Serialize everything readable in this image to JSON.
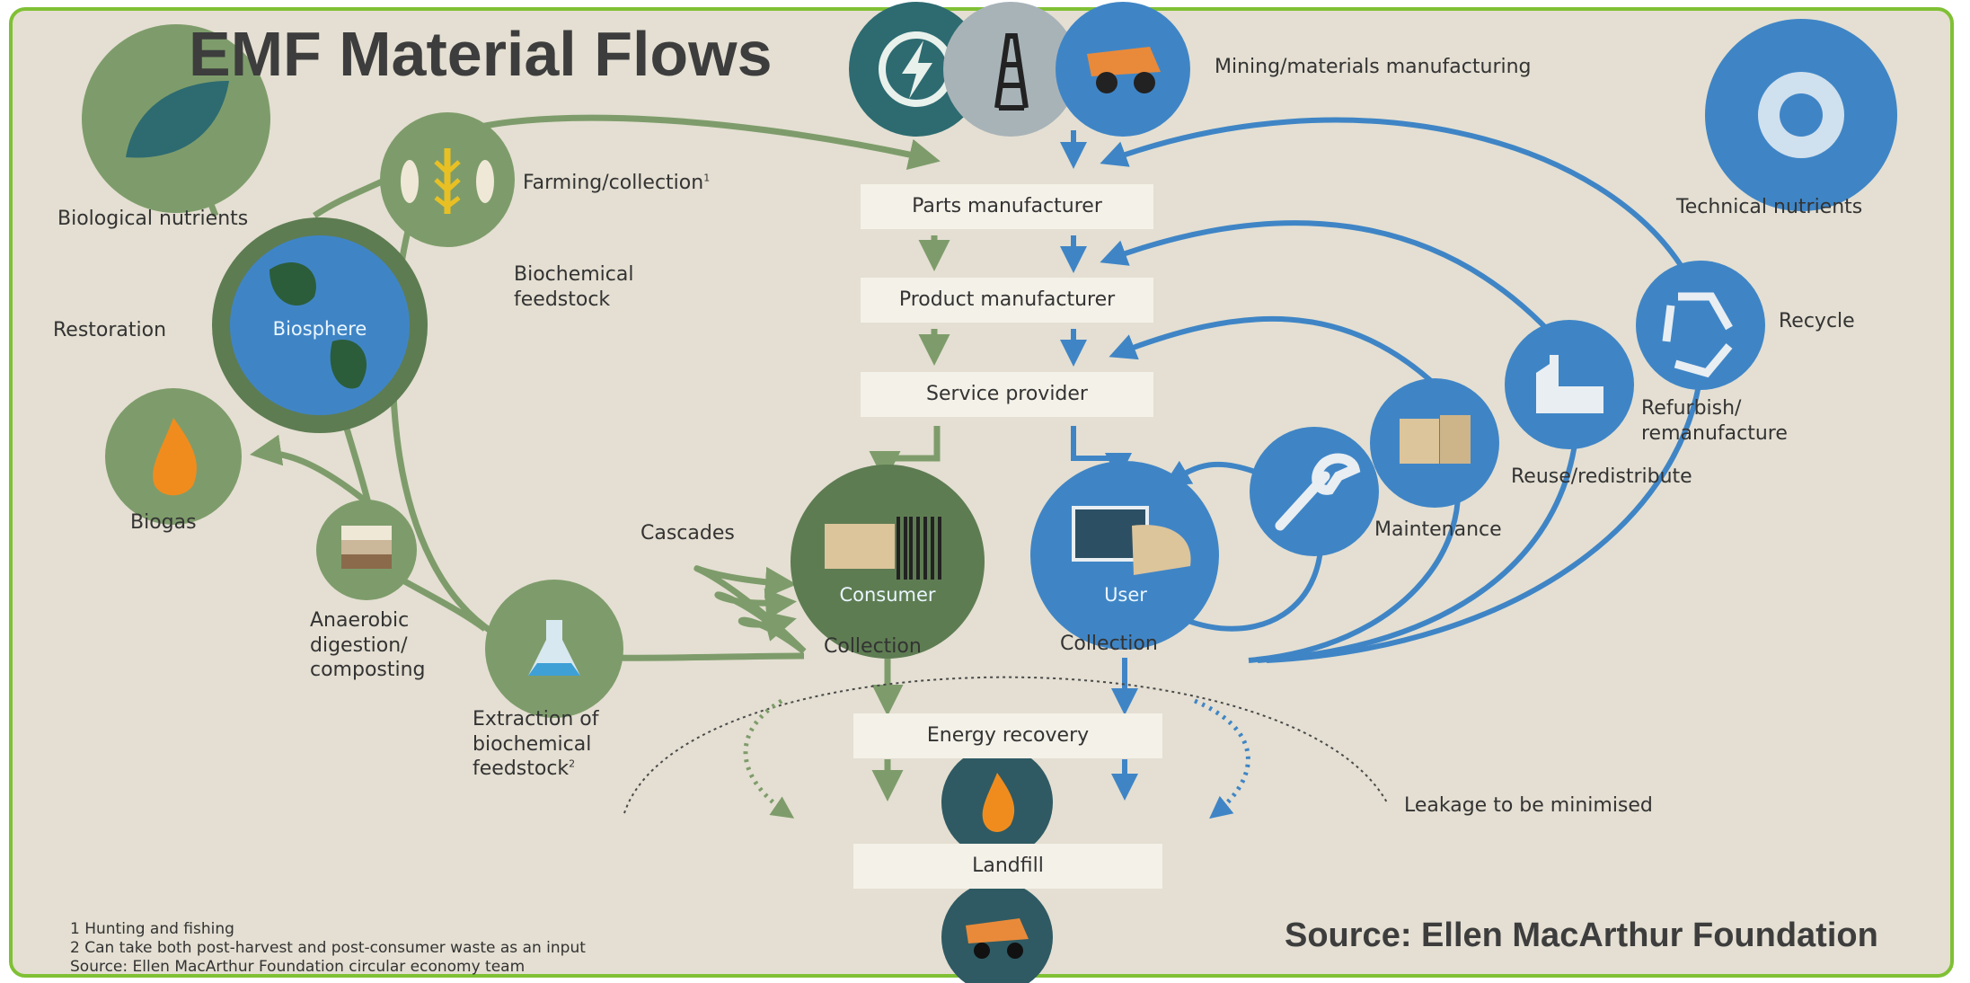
{
  "title": "EMF Material Flows",
  "source": "Source: Ellen MacArthur Foundation",
  "top_label": "Mining/materials manufacturing",
  "sides": {
    "biological": "Biological nutrients",
    "technical": "Technical nutrients"
  },
  "central": {
    "parts": "Parts manufacturer",
    "product": "Product manufacturer",
    "service": "Service provider",
    "energy": "Energy recovery",
    "landfill": "Landfill"
  },
  "consumer": {
    "circle": "Consumer",
    "collection": "Collection"
  },
  "user": {
    "circle": "User",
    "collection": "Collection"
  },
  "bio_cycle": {
    "farming": "Farming/collection",
    "farming_note": "1",
    "biochem_feedstock": "Biochemical\nfeedstock",
    "restoration": "Restoration",
    "biosphere": "Biosphere",
    "biogas": "Biogas",
    "anaerobic": "Anaerobic\ndigestion/\ncomposting",
    "extraction": "Extraction of\nbiochemical\nfeedstock",
    "extraction_note": "2",
    "cascades": "Cascades"
  },
  "tech_cycle": {
    "maintenance": "Maintenance",
    "reuse": "Reuse/redistribute",
    "refurbish": "Refurbish/\nremanufacture",
    "recycle": "Recycle"
  },
  "leakage": "Leakage to be minimised",
  "footnotes": [
    "1 Hunting and fishing",
    "2 Can take both post-harvest and post-consumer waste as an input",
    "Source: Ellen MacArthur Foundation circular economy team"
  ],
  "colors": {
    "border": "#7fc034",
    "background": "#e4dfd2",
    "bio_green": "#7e9c6b",
    "tech_blue": "#3f85c6",
    "dark_teal": "#2f5a63"
  },
  "icons": {
    "top": [
      "energy-icon",
      "oil-derrick-icon",
      "mining-truck-icon"
    ],
    "bio": [
      "leaf-icon",
      "wheat-fish-icon",
      "globe-icon",
      "flame-icon",
      "soil-layers-icon",
      "flask-icon"
    ],
    "tech": [
      "gear-icon",
      "recycle-icon",
      "factory-icon",
      "boxes-icon",
      "wrench-icon",
      "computer-icon",
      "barcode-icon",
      "dump-truck-icon"
    ]
  }
}
